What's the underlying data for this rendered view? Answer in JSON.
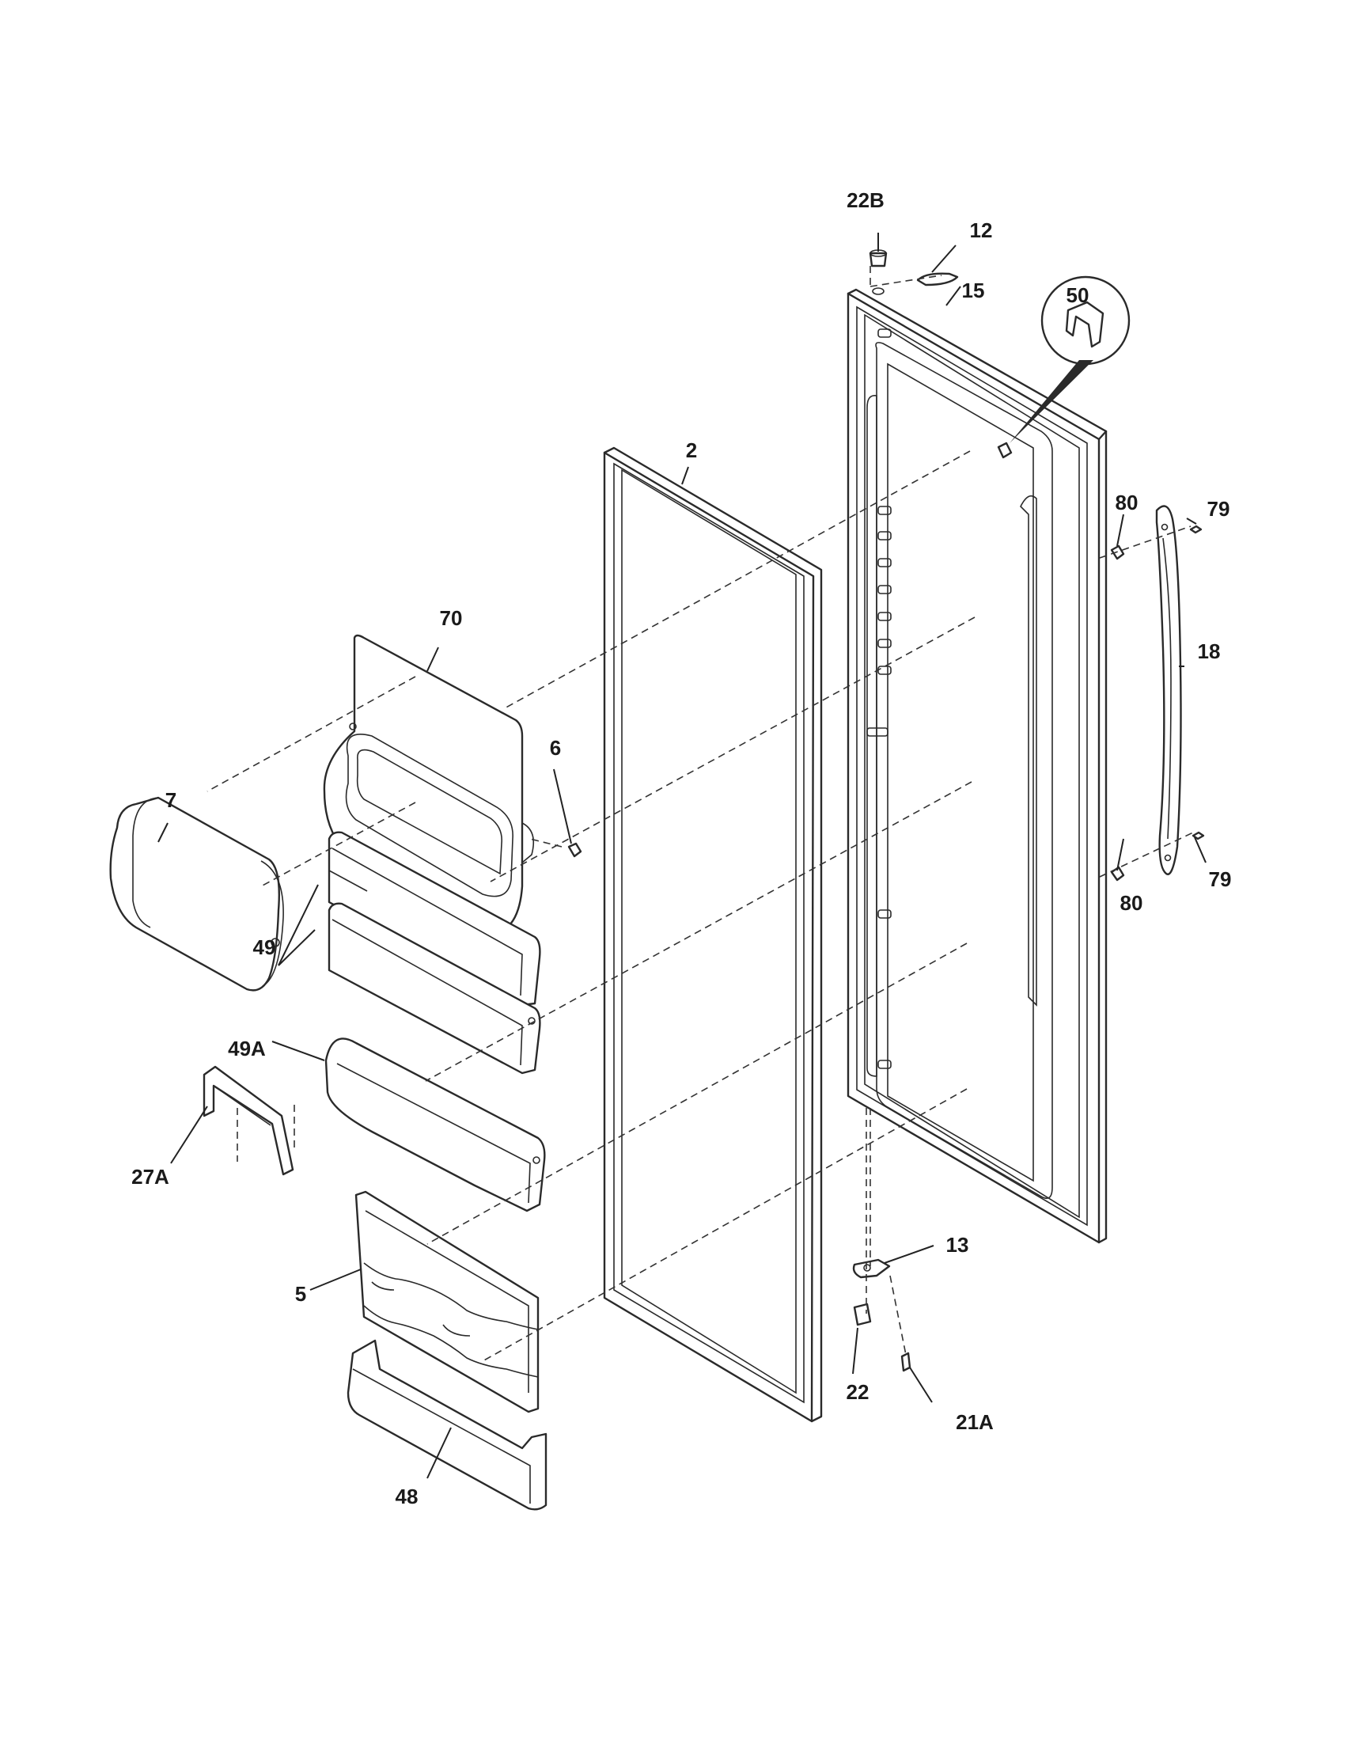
{
  "callouts": {
    "c22B": "22B",
    "c12": "12",
    "c15": "15",
    "c50": "50",
    "c2": "2",
    "c80a": "80",
    "c79a": "79",
    "c18": "18",
    "c70": "70",
    "c6": "6",
    "c7": "7",
    "c49": "49",
    "c49A": "49A",
    "c27A": "27A",
    "c80b": "80",
    "c79b": "79",
    "c13": "13",
    "c5": "5",
    "c22": "22",
    "c21A": "21A",
    "c48": "48"
  }
}
